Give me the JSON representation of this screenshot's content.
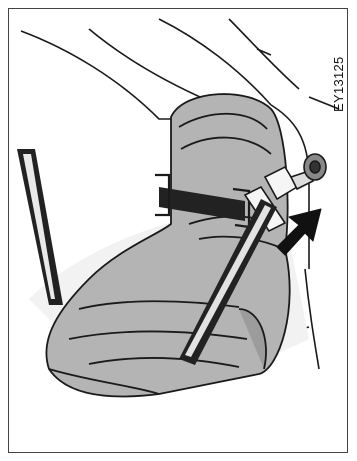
{
  "figure": {
    "id_label": "EY13125",
    "colors": {
      "line": "#1a1a1a",
      "seat_fill": "#b4b4b4",
      "seat_shade": "#9c9c9c",
      "interior_fill": "#f2f2f2",
      "strap": "#222222",
      "belt": "#222222",
      "arrow": "#111111"
    },
    "icons": {
      "arrow": "insert-direction-arrow",
      "buckle": "seat-belt-buckle"
    }
  }
}
